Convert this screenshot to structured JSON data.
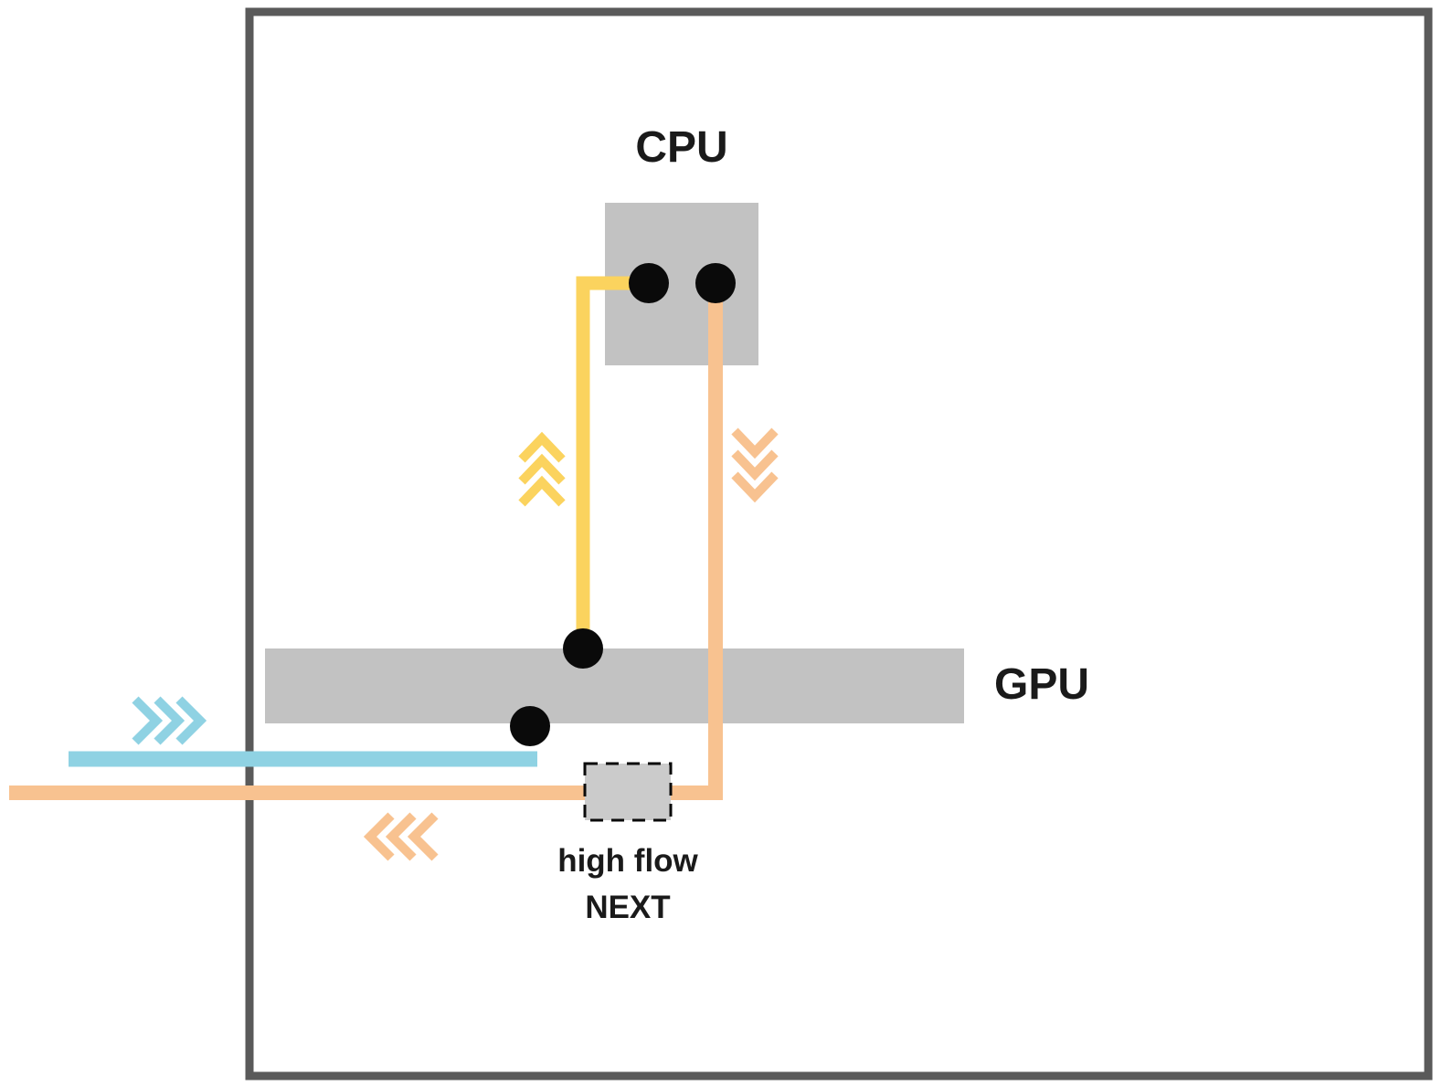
{
  "diagram": {
    "labels": {
      "cpu": "CPU",
      "gpu": "GPU",
      "valve_line1": "high flow",
      "valve_line2": "NEXT"
    },
    "colors": {
      "yellow": "#FBD35E",
      "orange": "#F8C290",
      "blue": "#8FD2E3",
      "block_gray": "#C2C2C2",
      "border_gray": "#5A5A5A",
      "valve_fill": "#CBCBCB",
      "node_black": "#0A0A0A",
      "white": "#FFFFFF",
      "none": "none"
    },
    "icons": {
      "yellow_flow": "chevrons-up-icon",
      "orange_flow_down": "chevrons-down-icon",
      "blue_flow": "chevrons-right-icon",
      "orange_flow_left": "chevrons-left-icon"
    }
  }
}
